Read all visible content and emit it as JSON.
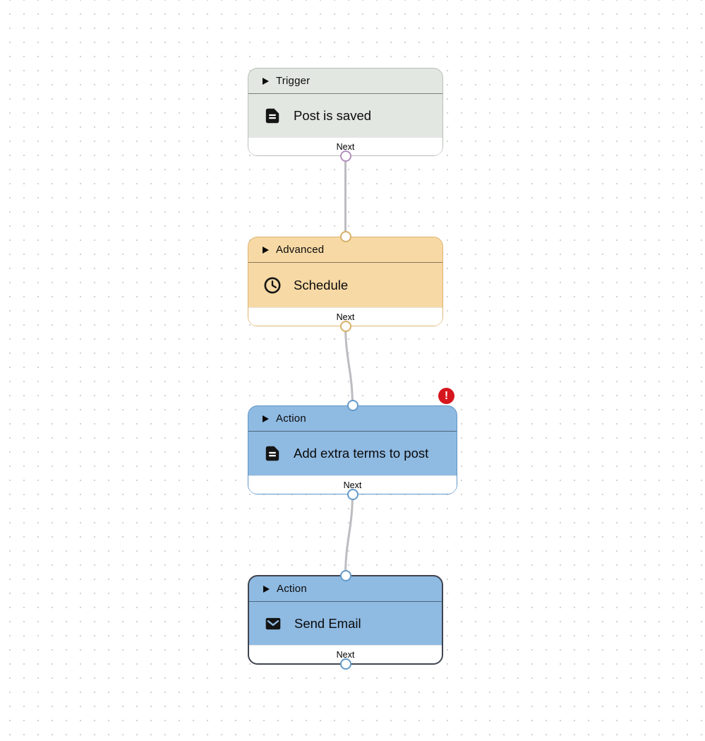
{
  "canvas": {
    "background": "#ffffff",
    "dot_color": "#d3d3d3",
    "connector_color": "#bcbcc1",
    "selected_border_color": "#3f4450",
    "error_color": "#d6161e"
  },
  "nodes": [
    {
      "id": "trigger-post-is-saved",
      "category": "Trigger",
      "title": "Post is saved",
      "icon": "document-icon",
      "footer_label": "Next",
      "has_input_port": false,
      "has_output_port": true,
      "has_error": false,
      "selected": false,
      "theme": {
        "fill": "#e2e7e2",
        "border": "#b7bfb7",
        "port": "#b28fbb"
      }
    },
    {
      "id": "advanced-schedule",
      "category": "Advanced",
      "title": "Schedule",
      "icon": "clock-icon",
      "footer_label": "Next",
      "has_input_port": true,
      "has_output_port": true,
      "has_error": false,
      "selected": false,
      "theme": {
        "fill": "#f7d9a5",
        "border": "#dcb46e",
        "port": "#d8af68"
      }
    },
    {
      "id": "action-add-extra-terms-to-post",
      "category": "Action",
      "title": "Add extra terms to post",
      "icon": "document-icon",
      "footer_label": "Next",
      "has_input_port": true,
      "has_output_port": true,
      "has_error": true,
      "error_badge": "!",
      "selected": false,
      "theme": {
        "fill": "#8fbae2",
        "border": "#5f94c6",
        "port": "#639ac9"
      }
    },
    {
      "id": "action-send-email",
      "category": "Action",
      "title": "Send Email",
      "icon": "email-icon",
      "footer_label": "Next",
      "has_input_port": true,
      "has_output_port": true,
      "has_error": false,
      "selected": true,
      "theme": {
        "fill": "#8fbae2",
        "border": "#3f4450",
        "port": "#639ac9"
      }
    }
  ],
  "connections": [
    {
      "from": "trigger-post-is-saved",
      "to": "advanced-schedule"
    },
    {
      "from": "advanced-schedule",
      "to": "action-add-extra-terms-to-post"
    },
    {
      "from": "action-add-extra-terms-to-post",
      "to": "action-send-email"
    }
  ]
}
